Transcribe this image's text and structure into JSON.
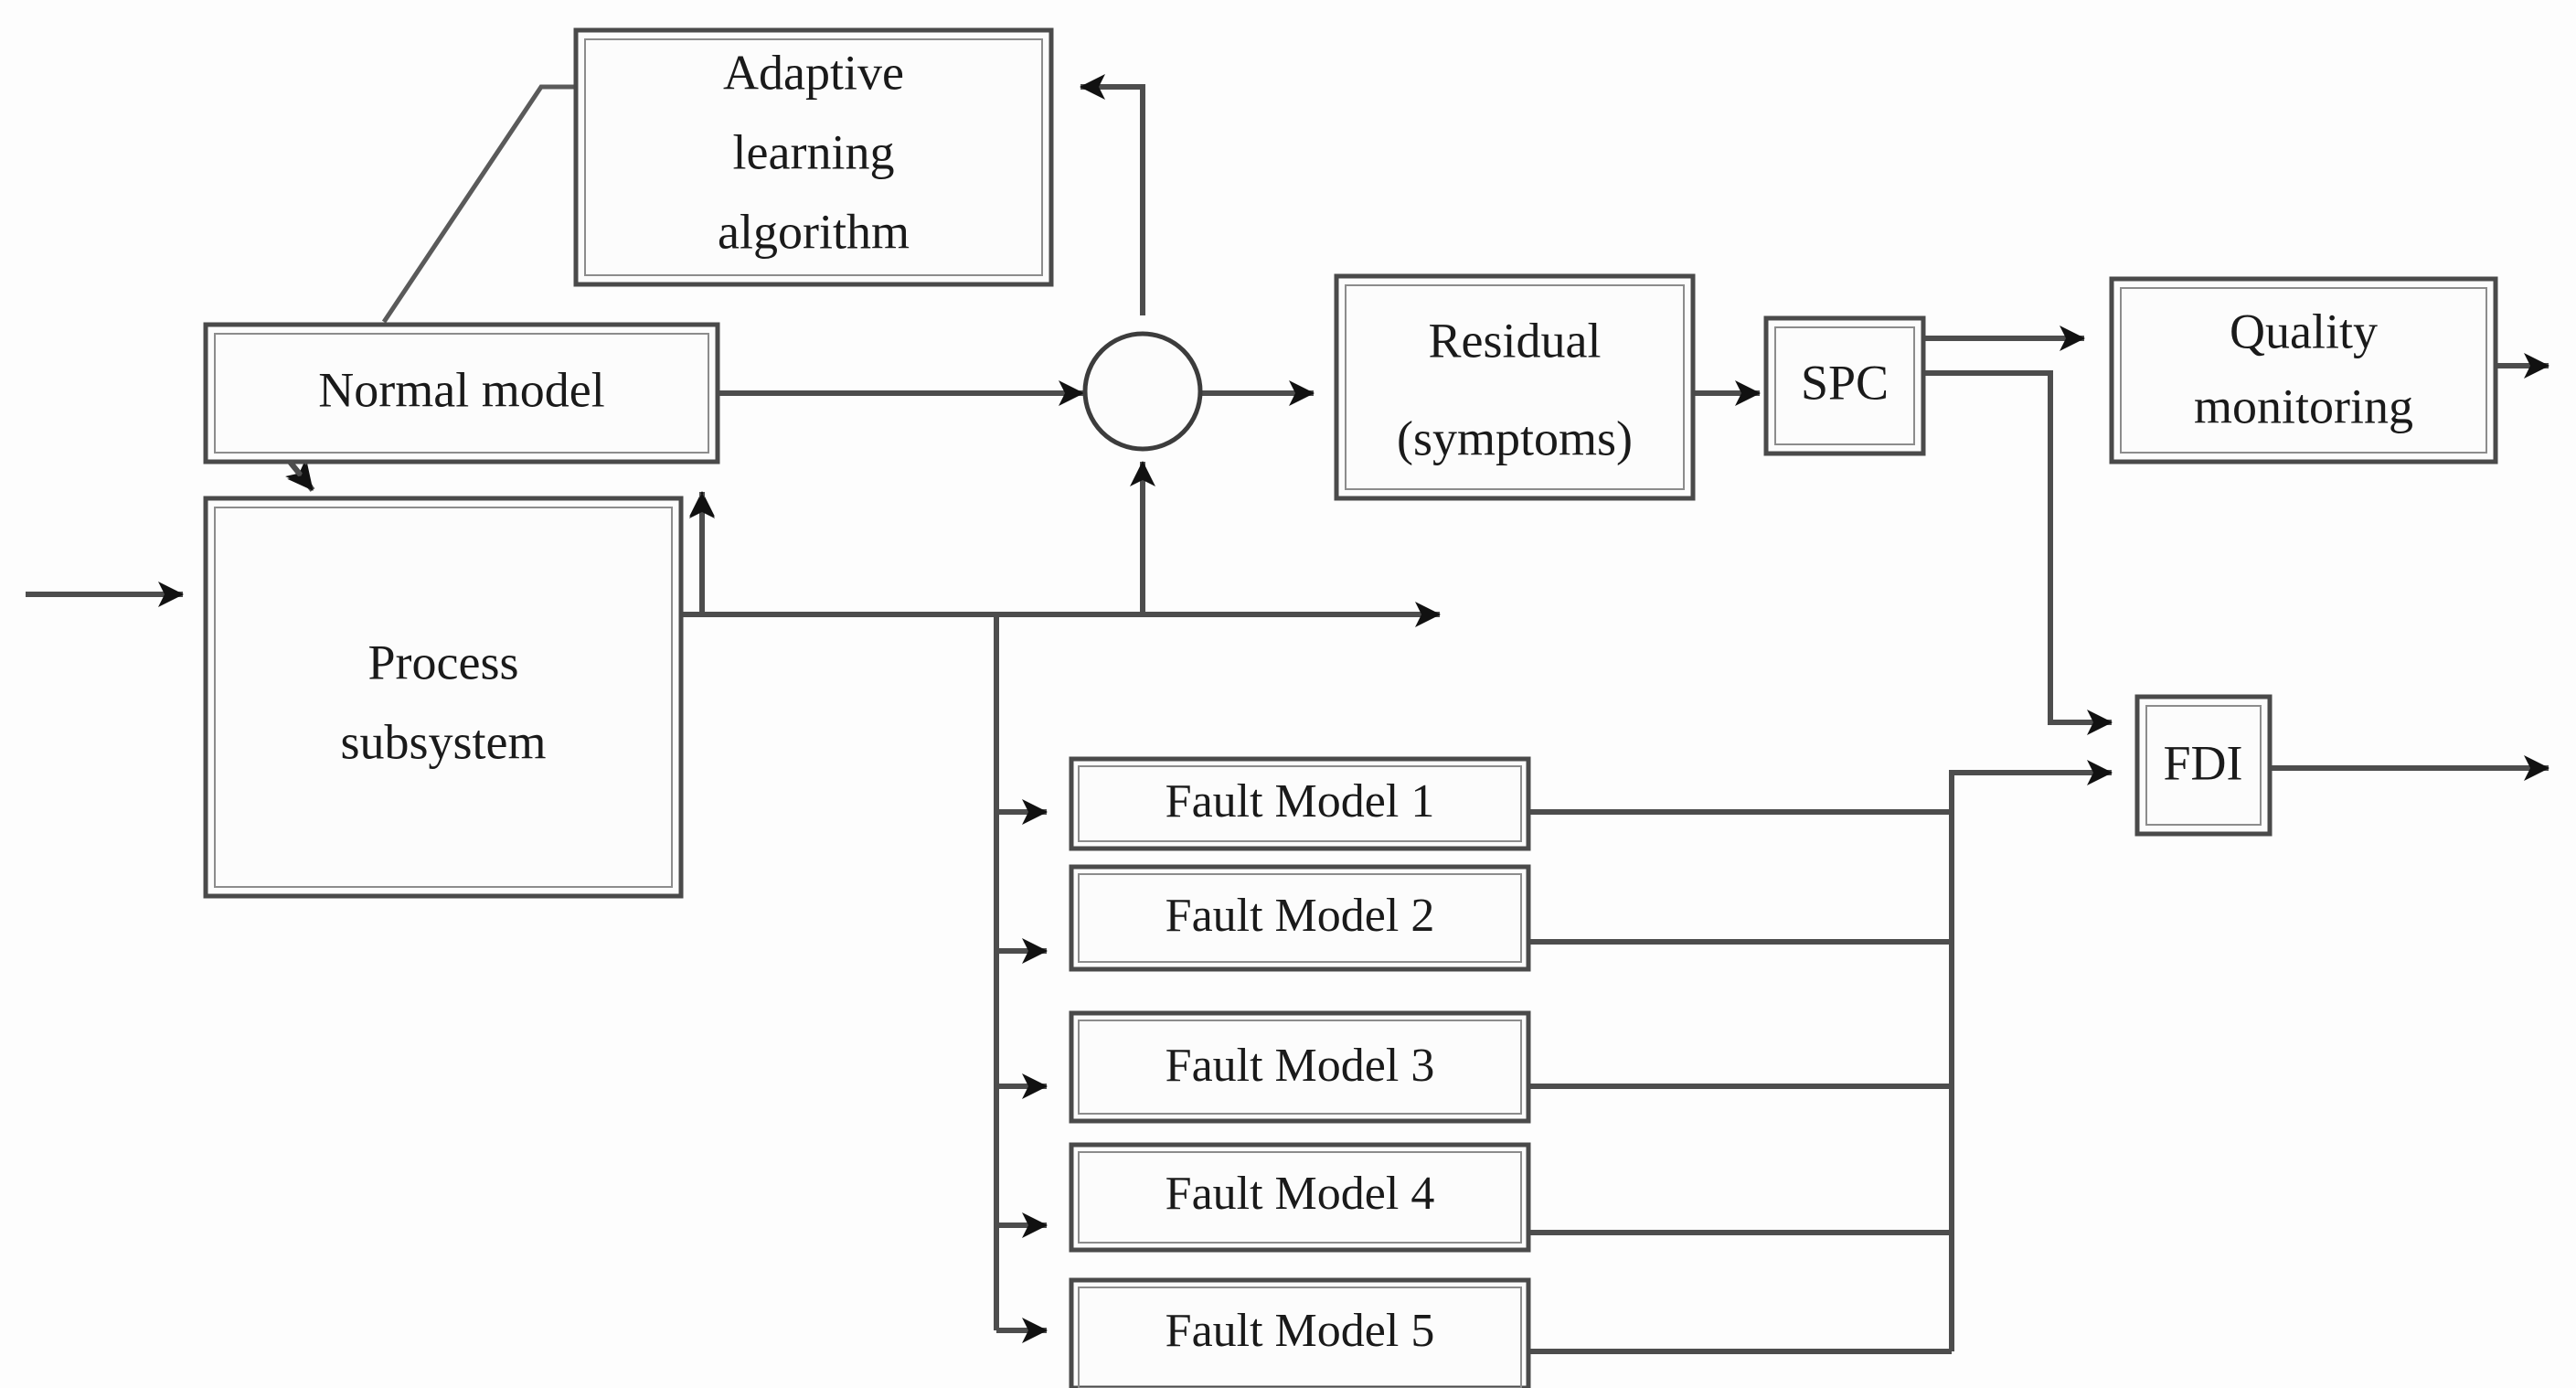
{
  "diagram": {
    "title": "Adaptive model-based fault detection and isolation block diagram",
    "type": "block-diagram",
    "background_color": "#fdfdfd",
    "line_color": "#4d4d4d",
    "box_border_color": "#4a4a4a",
    "text_color": "#1a1a1a",
    "blocks": [
      {
        "id": "adaptive-learning",
        "label_line1": "Adaptive",
        "label_line2": "learning",
        "label_line3": "algorithm"
      },
      {
        "id": "normal-model",
        "label": "Normal model"
      },
      {
        "id": "process-subsystem",
        "label_line1": "Process",
        "label_line2": "subsystem"
      },
      {
        "id": "residual",
        "label_line1": "Residual",
        "label_line2": "(symptoms)"
      },
      {
        "id": "spc",
        "label": "SPC"
      },
      {
        "id": "quality-monitoring",
        "label_line1": "Quality",
        "label_line2": "monitoring"
      },
      {
        "id": "fdi",
        "label": "FDI"
      },
      {
        "id": "fault-model-1",
        "label": "Fault Model 1"
      },
      {
        "id": "fault-model-2",
        "label": "Fault Model 2"
      },
      {
        "id": "fault-model-3",
        "label": "Fault Model 3"
      },
      {
        "id": "fault-model-4",
        "label": "Fault Model 4"
      },
      {
        "id": "fault-model-5",
        "label": "Fault Model 5"
      }
    ],
    "summing_junction": {
      "id": "summing-junction",
      "shape": "circle",
      "label": ""
    },
    "connections": [
      {
        "from": "external-input",
        "to": "process-subsystem"
      },
      {
        "from": "normal-model",
        "to": "process-subsystem"
      },
      {
        "from": "process-subsystem",
        "to": "normal-model"
      },
      {
        "from": "normal-model",
        "to": "summing-junction"
      },
      {
        "from": "process-subsystem",
        "to": "summing-junction"
      },
      {
        "from": "summing-junction",
        "to": "residual"
      },
      {
        "from": "residual",
        "to": "spc"
      },
      {
        "from": "spc",
        "to": "quality-monitoring"
      },
      {
        "from": "spc",
        "to": "fdi"
      },
      {
        "from": "quality-monitoring",
        "to": "external-output"
      },
      {
        "from": "fdi",
        "to": "external-output"
      },
      {
        "from": "residual-path",
        "to": "adaptive-learning"
      },
      {
        "from": "adaptive-learning",
        "to": "normal-model"
      },
      {
        "from": "process-subsystem",
        "to": "fault-model-1"
      },
      {
        "from": "process-subsystem",
        "to": "fault-model-2"
      },
      {
        "from": "process-subsystem",
        "to": "fault-model-3"
      },
      {
        "from": "process-subsystem",
        "to": "fault-model-4"
      },
      {
        "from": "process-subsystem",
        "to": "fault-model-5"
      },
      {
        "from": "fault-model-1",
        "to": "fdi"
      },
      {
        "from": "fault-model-2",
        "to": "fdi"
      },
      {
        "from": "fault-model-3",
        "to": "fdi"
      },
      {
        "from": "fault-model-4",
        "to": "fdi"
      },
      {
        "from": "fault-model-5",
        "to": "fdi"
      }
    ]
  }
}
